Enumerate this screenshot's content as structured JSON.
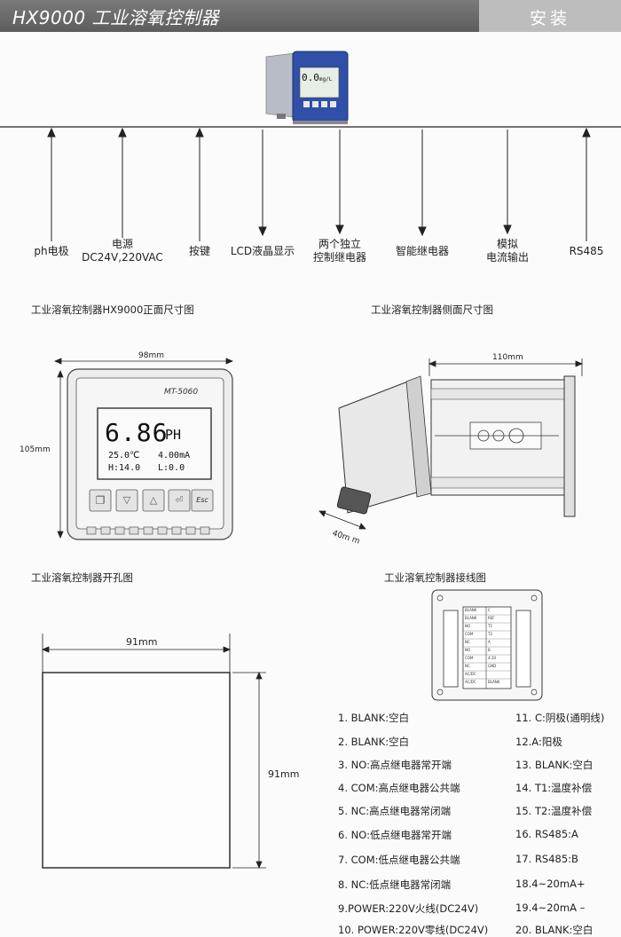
{
  "header": {
    "title": "HX9000 工业溶氧控制器",
    "section": "安装"
  },
  "product": {
    "display_value": "0.0",
    "display_unit": "mg/L"
  },
  "callouts": [
    {
      "lines": [
        "ph电极"
      ]
    },
    {
      "lines": [
        "电源",
        "DC24V,220VAC"
      ]
    },
    {
      "lines": [
        "按键"
      ]
    },
    {
      "lines": [
        "LCD液晶显示"
      ]
    },
    {
      "lines": [
        "两个独立",
        "控制继电器"
      ]
    },
    {
      "lines": [
        "智能继电器"
      ]
    },
    {
      "lines": [
        "模拟",
        "电流输出"
      ]
    },
    {
      "lines": [
        "RS485"
      ]
    }
  ],
  "front_view": {
    "caption": "工业溶氧控制器HX9000正面尺寸图",
    "width_label": "98mm",
    "height_label": "105mm",
    "model": "MT-5060",
    "main_reading": "6.86",
    "main_unit": "PH",
    "temp": "25.0℃",
    "current": "4.00mA",
    "high": "H:14.0",
    "low": "L:0.0",
    "esc_label": "Esc"
  },
  "side_view": {
    "caption": "工业溶氧控制器侧面尺寸图",
    "length_label": "110mm",
    "depth_label": "40m m"
  },
  "cutout": {
    "caption": "工业溶氧控制器开孔图",
    "width_label": "91mm",
    "height_label": "91mm"
  },
  "wiring": {
    "caption": "工业溶氧控制器接线图",
    "terminal_left": [
      "BLANK",
      "BLANK",
      "NO",
      "COM",
      "NC",
      "NO",
      "COM",
      "NC",
      "AC/DC",
      "AC/DC"
    ],
    "terminal_right": [
      "C",
      "REF",
      "T1",
      "T2",
      "A",
      "B",
      "4-20",
      "GND",
      "",
      "BLANK"
    ],
    "pins_left": [
      "1.  BLANK:空白",
      "2.  BLANK:空白",
      "3.  NO:高点继电器常开端",
      "4.  COM:高点继电器公共端",
      "5.  NC:高点继电器常闭端",
      "6.  NO:低点继电器常开端",
      "7.  COM:低点继电器公共端",
      "8.  NC:低点继电器常闭端",
      "9.POWER:220V火线(DC24V)",
      "10. POWER:220V零线(DC24V)"
    ],
    "pins_right": [
      "11. C:阴极(通明线)",
      "12.A:阳极",
      "13. BLANK:空白",
      "14. T1:温度补偿",
      "15. T2:温度补偿",
      "16. RS485:A",
      "17. RS485:B",
      "18.4~20mA+",
      "19.4~20mA –",
      "20. BLANK:空白"
    ]
  }
}
